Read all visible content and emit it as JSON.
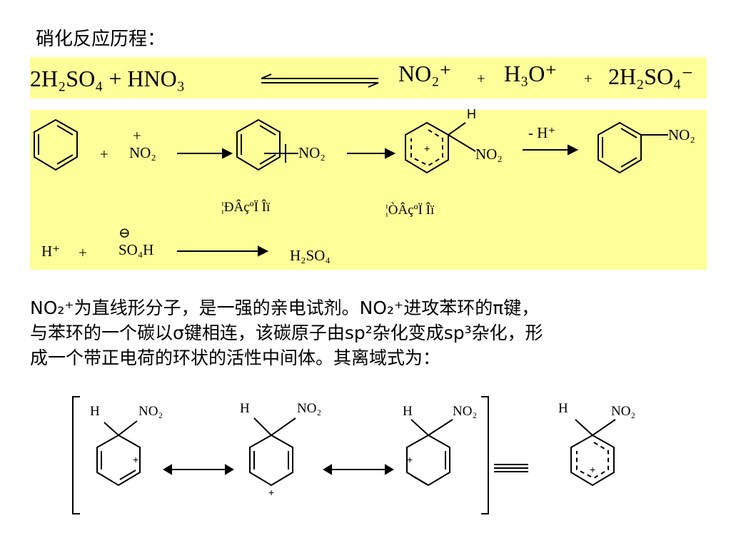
{
  "title": "硝化反应历程：",
  "eq1": {
    "left": "2H₂SO₄ + HNO₃",
    "p1": "NO₂⁺",
    "plus1": "+",
    "p2": "H₃O⁺",
    "plus2": "+",
    "p3": "2H₂SO₄⁻"
  },
  "mech": {
    "plus_a": "+",
    "no2_plus_charge": "+",
    "no2_a": "NO₂",
    "no2_b": "NO₂",
    "h_label": "H",
    "ring_plus": "+",
    "no2_c": "NO₂",
    "minus_h": "- H⁺",
    "no2_d": "NO₂",
    "garble1": "¦ÐÂçºÏ Îï",
    "garble2": "¦ÒÂçºÏ Îï"
  },
  "eq3": {
    "hplus": "H⁺",
    "plus": "+",
    "so4h": "SO₄H",
    "minus_sign": "⊖",
    "product": "H₂SO₄"
  },
  "paragraph": {
    "line1": "NO₂⁺为直线形分子，是一强的亲电试剂。NO₂⁺进攻苯环的π键，",
    "line2": "与苯环的一个碳以σ键相连，该碳原子由sp²杂化变成sp³杂化，形",
    "line3": "成一个带正电荷的环状的活性中间体。其离域式为："
  },
  "resonance": {
    "h": "H",
    "no2": "NO₂",
    "plus": "+"
  }
}
